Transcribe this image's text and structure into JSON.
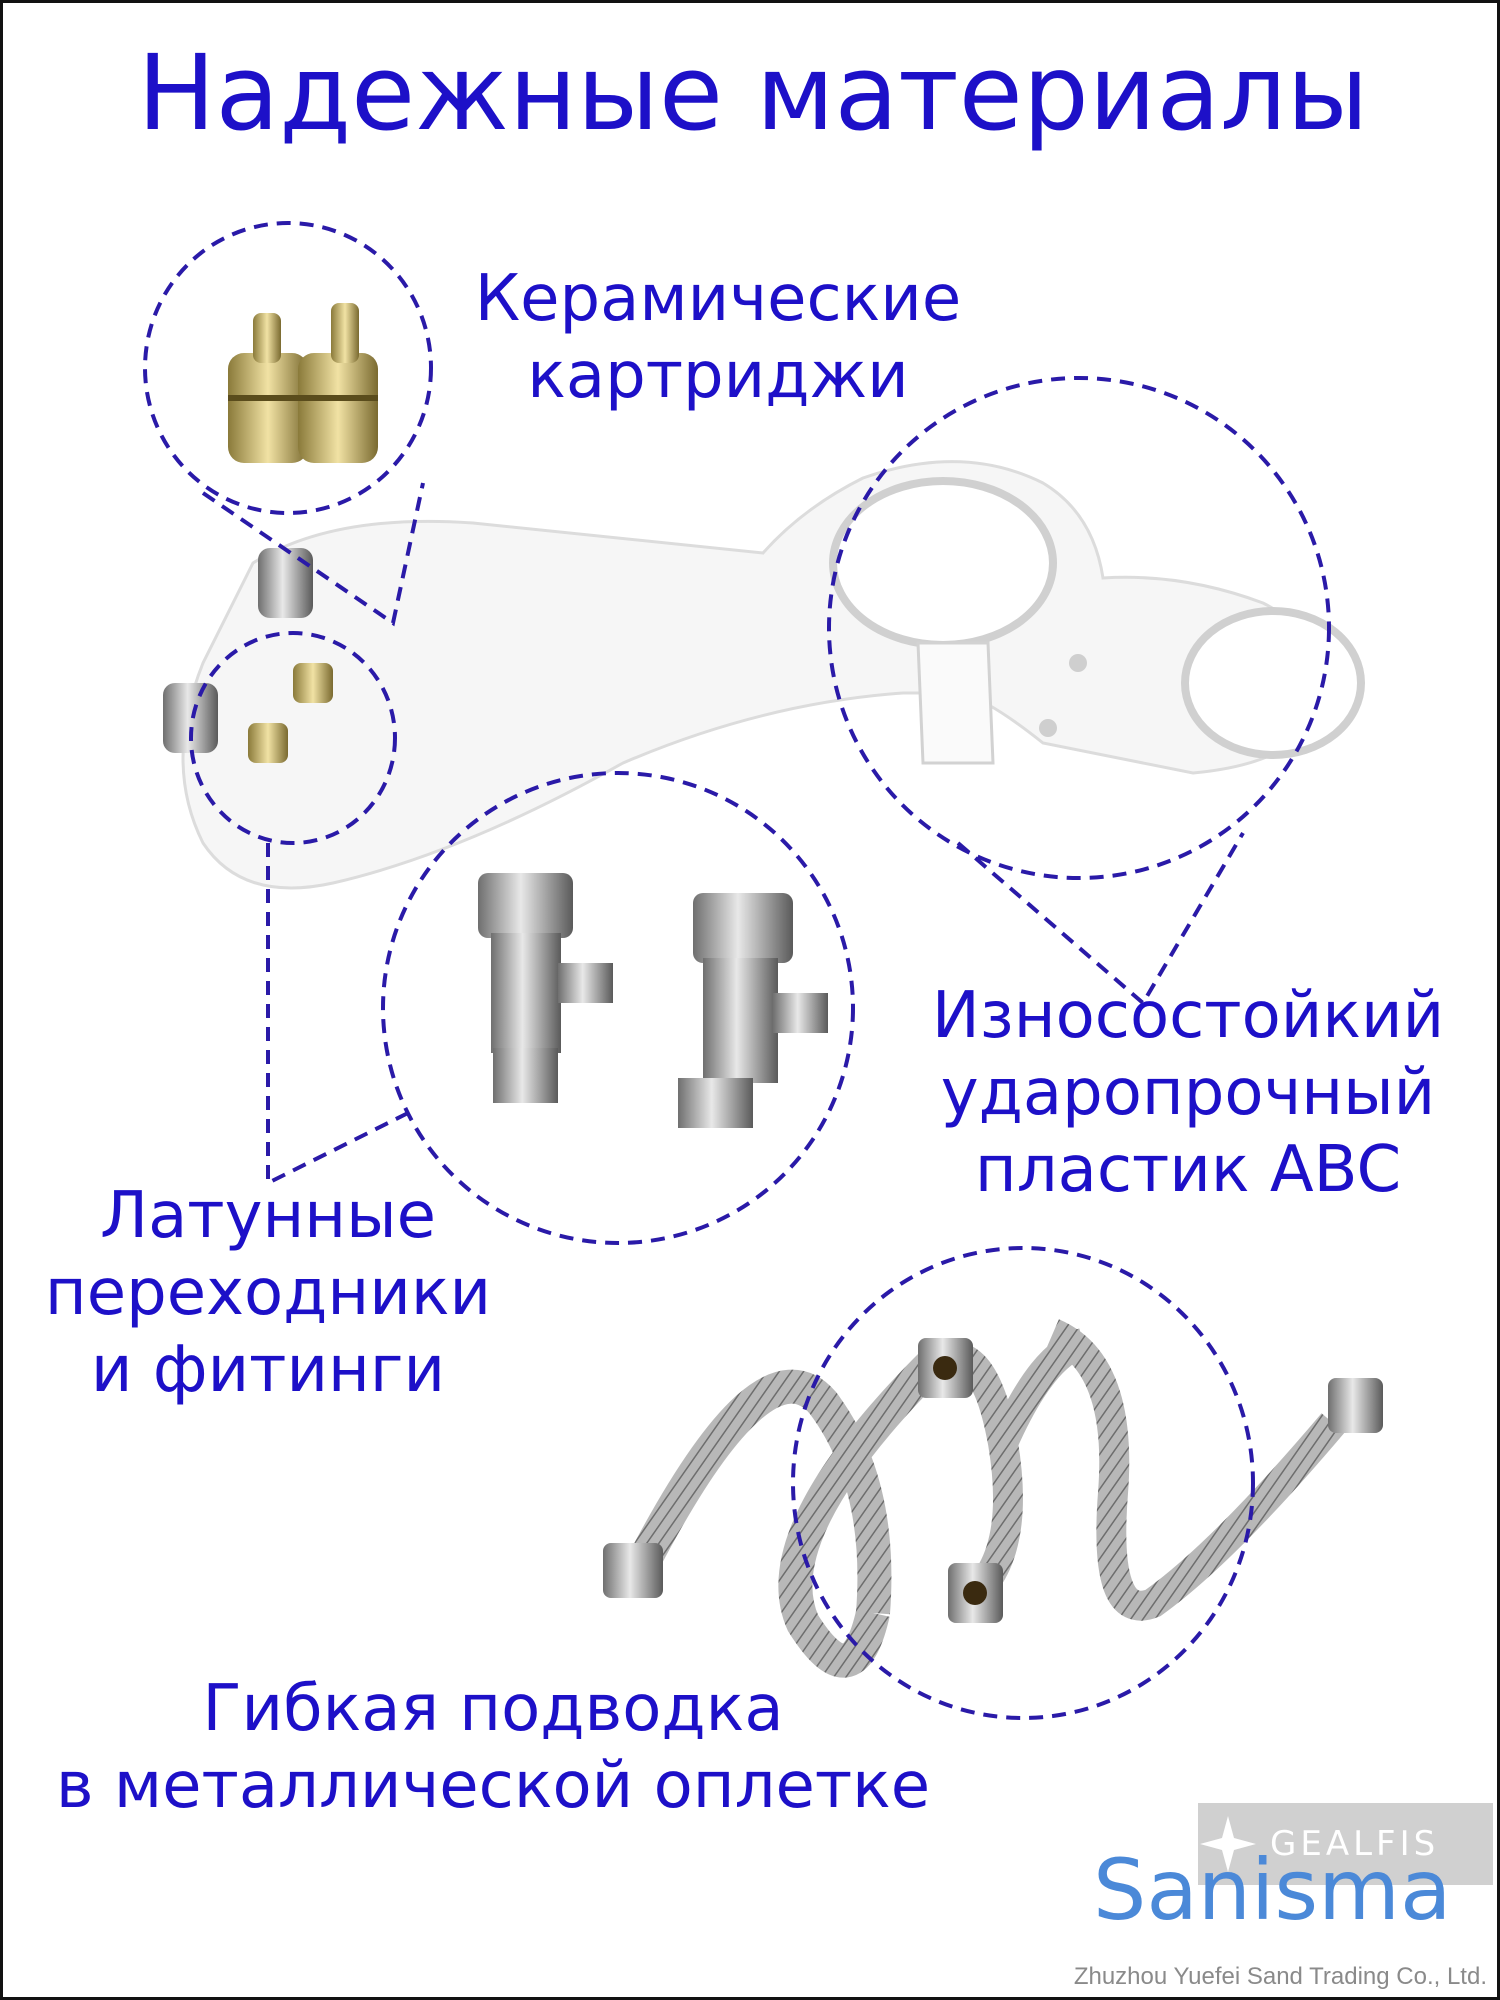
{
  "title": "Надежные материалы",
  "labels": {
    "cartridges": [
      "Керамические",
      "картриджи"
    ],
    "abs_plastic": [
      "Износостойкий",
      "ударопрочный",
      "пластик ABC"
    ],
    "brass_fittings": [
      "Латунные",
      "переходники",
      "и фитинги"
    ],
    "flexible_hose": [
      "Гибкая подводка",
      "в металлической оплетке"
    ]
  },
  "brand": "Sanisma",
  "watermark": "GEALFIS",
  "company": "Zhuzhou Yuefei Sand Trading Co., Ltd.",
  "colors": {
    "text": "#1d10c8",
    "dashed_circle": "#2a1aa8",
    "brand": "#4b89d8"
  },
  "icons": [
    "ceramic-cartridge-icon",
    "bidet-attachment-icon",
    "brass-tee-fitting-icon",
    "braided-hose-icon",
    "gealfis-star-icon"
  ]
}
